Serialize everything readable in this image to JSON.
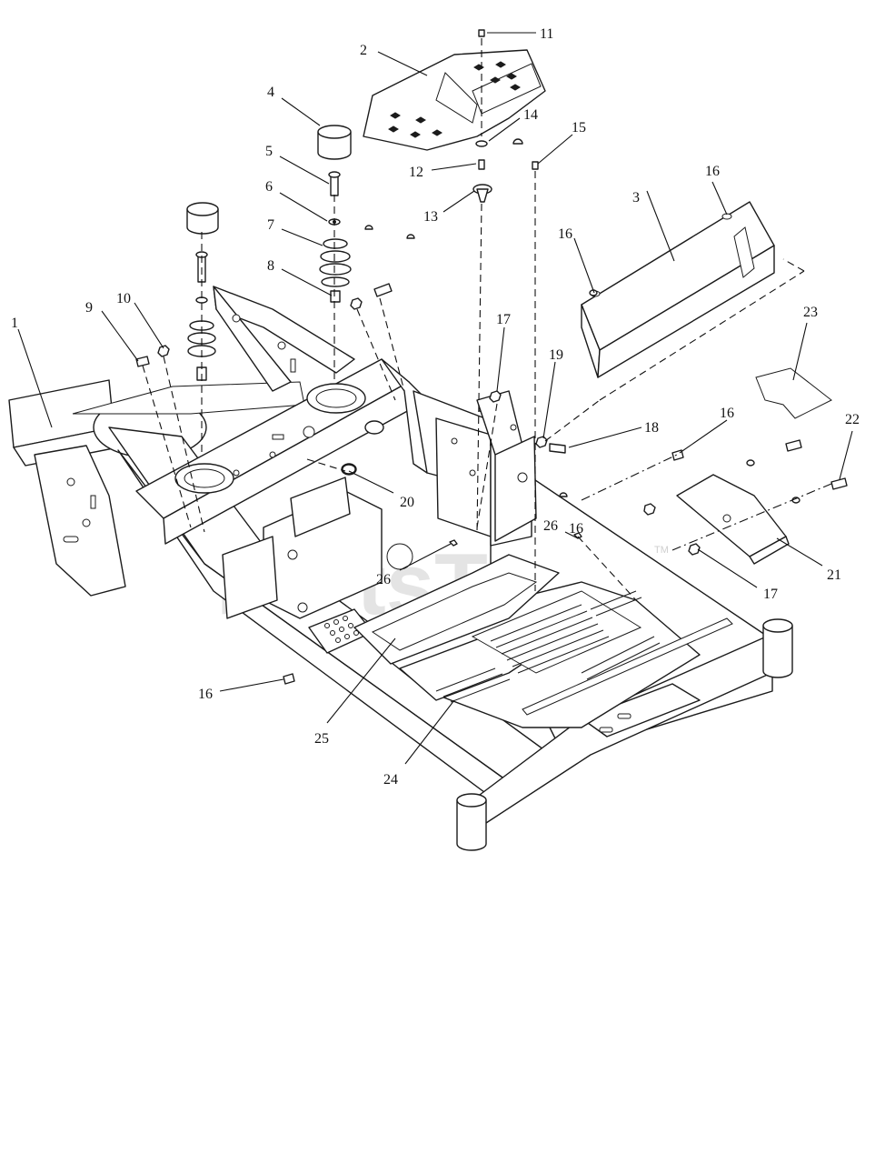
{
  "watermark": {
    "text": "PartsTree",
    "trademark": "TM"
  },
  "callouts": [
    "1",
    "2",
    "3",
    "4",
    "5",
    "6",
    "7",
    "8",
    "9",
    "10",
    "11",
    "12",
    "13",
    "14",
    "15",
    "16",
    "16",
    "16",
    "16",
    "16",
    "17",
    "17",
    "18",
    "19",
    "20",
    "21",
    "22",
    "23",
    "24",
    "25",
    "26",
    "26"
  ]
}
